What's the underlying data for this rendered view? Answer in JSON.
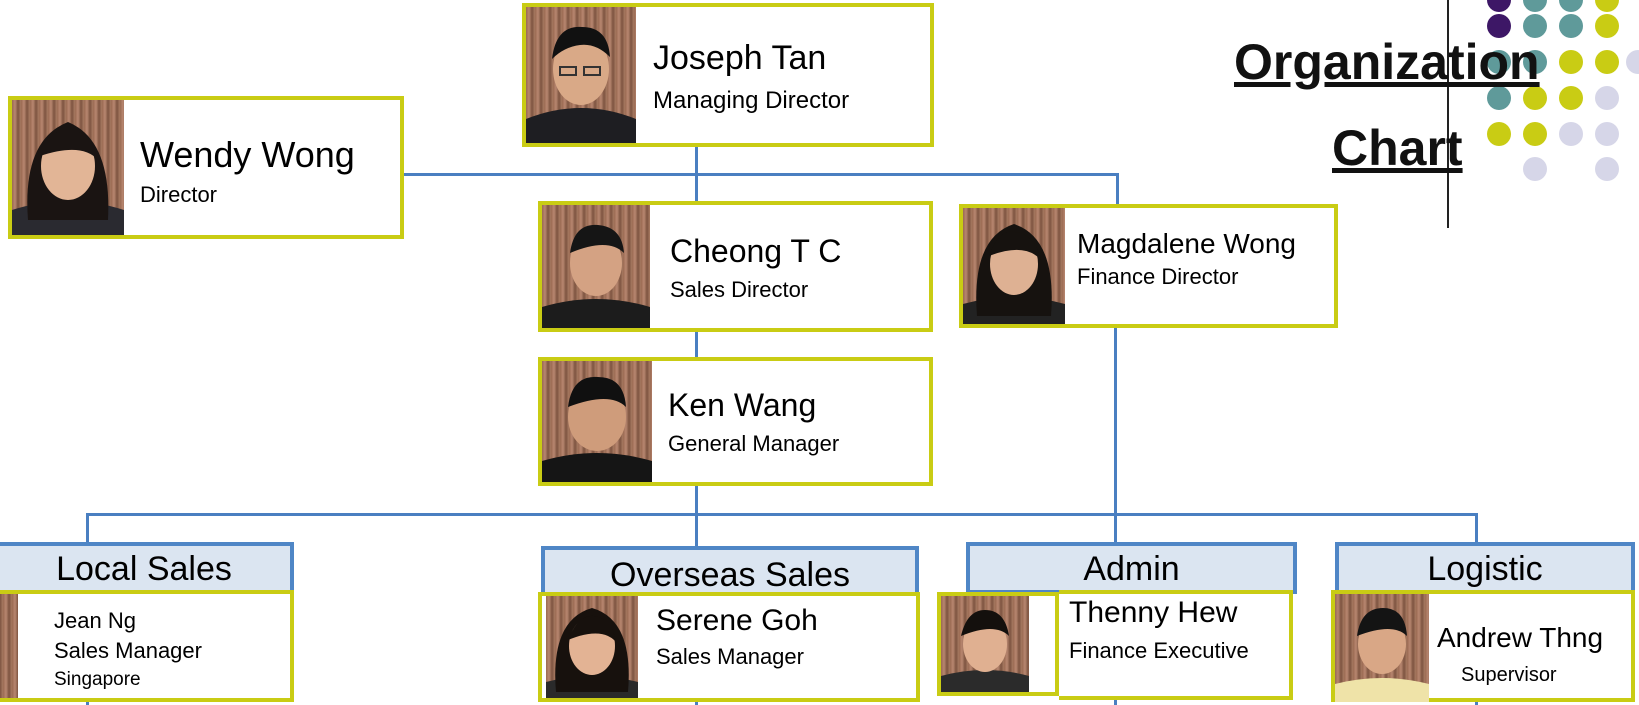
{
  "title": {
    "line1": "Organization",
    "line2": "Chart"
  },
  "colors": {
    "card_border": "#c9cc14",
    "dept_border": "#4f86c6",
    "dept_fill": "#dbe5f1",
    "connector": "#4a7fc1",
    "dot_purple": "#3d1766",
    "dot_teal": "#5f9a9a",
    "dot_yellow": "#c9cc14",
    "dot_lavender": "#d6d6e8"
  },
  "people": {
    "joseph": {
      "name": "Joseph Tan",
      "role": "Managing Director"
    },
    "wendy": {
      "name": "Wendy Wong",
      "role": "Director"
    },
    "cheong": {
      "name": "Cheong T C",
      "role": "Sales Director"
    },
    "magdalene": {
      "name": "Magdalene Wong",
      "role": "Finance Director"
    },
    "ken": {
      "name": "Ken Wang",
      "role": "General Manager"
    },
    "jean": {
      "name": "Jean Ng",
      "role": "Sales Manager",
      "location": "Singapore"
    },
    "serene": {
      "name": "Serene Goh",
      "role": "Sales Manager"
    },
    "thenny": {
      "name": "Thenny Hew",
      "role": "Finance Executive"
    },
    "andrew": {
      "name": "Andrew Thng",
      "role": "Supervisor"
    }
  },
  "departments": {
    "local": "Local Sales",
    "overseas": "Overseas Sales",
    "admin": "Admin",
    "logistic": "Logistic"
  }
}
